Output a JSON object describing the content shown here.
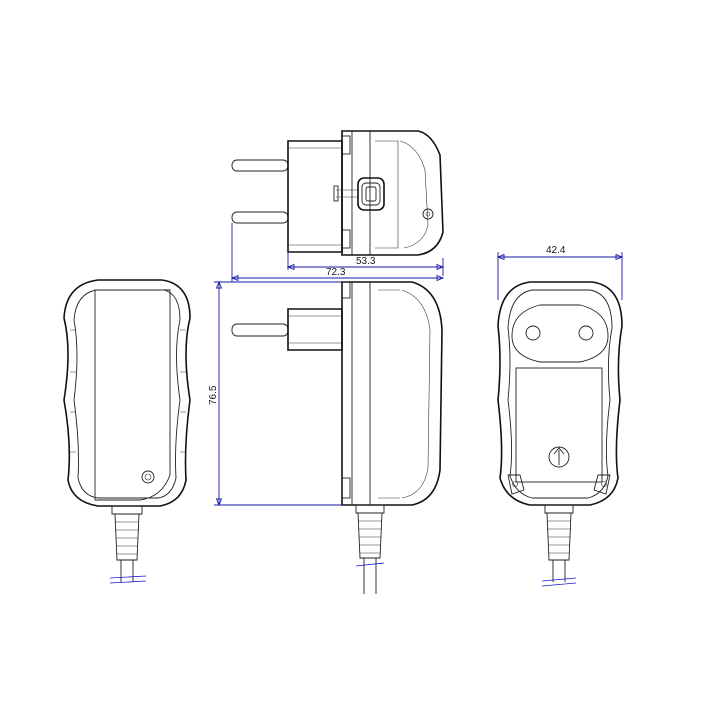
{
  "dimensions": {
    "total_length": "72.3",
    "pin_offset": "53.3",
    "height": "76.5",
    "width": "42.4"
  },
  "colors": {
    "outline": "#111111",
    "dimension": "#1a1aa8"
  }
}
